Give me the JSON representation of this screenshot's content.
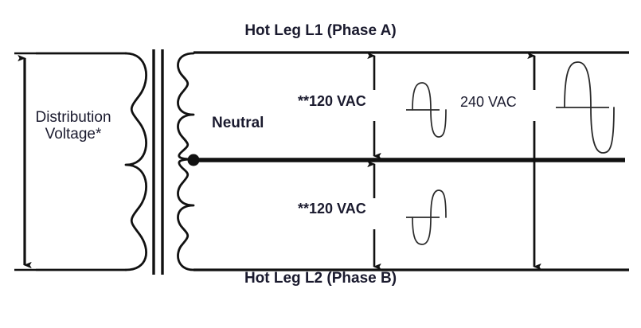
{
  "diagram": {
    "title_top": "Hot Leg L1 (Phase A)",
    "title_bottom": "Hot Leg L2 (Phase B)",
    "neutral_label": "Neutral",
    "primary_label": "Distribution\nVoltage*",
    "primary_label_line1": "Distribution",
    "primary_label_line2": "Voltage*",
    "voltage_top": "**120 VAC",
    "voltage_bottom": "**120 VAC",
    "voltage_total": "240 VAC",
    "colors": {
      "line": "#111111",
      "text": "#1a1a2e",
      "background": "#ffffff",
      "wave": "#2a2a2a"
    },
    "components": {
      "primary_winding": "primary-coil",
      "secondary_winding": "secondary-coil",
      "core": "transformer-core",
      "center_tap": "center-tap-dot",
      "neutral_bus": "neutral-bus-line",
      "l1_bus": "hot-leg-l1-line",
      "l2_bus": "hot-leg-l2-line"
    },
    "measurements": [
      {
        "name": "distribution-voltage-arrow",
        "label": "Distribution Voltage*",
        "span": "primary-full"
      },
      {
        "name": "l1-neutral-arrow",
        "label": "**120 VAC",
        "span": "L1-to-Neutral"
      },
      {
        "name": "neutral-l2-arrow",
        "label": "**120 VAC",
        "span": "Neutral-to-L2"
      },
      {
        "name": "l1-l2-arrow",
        "label": "240 VAC",
        "span": "L1-to-L2"
      }
    ],
    "waveforms": [
      {
        "name": "waveform-120-top",
        "phase": "positive-first",
        "amplitude": "half"
      },
      {
        "name": "waveform-120-bottom",
        "phase": "negative-first",
        "amplitude": "half"
      },
      {
        "name": "waveform-240",
        "phase": "positive-first",
        "amplitude": "full"
      }
    ],
    "primary_coil_turns": 4,
    "secondary_coil_turns": 8
  }
}
